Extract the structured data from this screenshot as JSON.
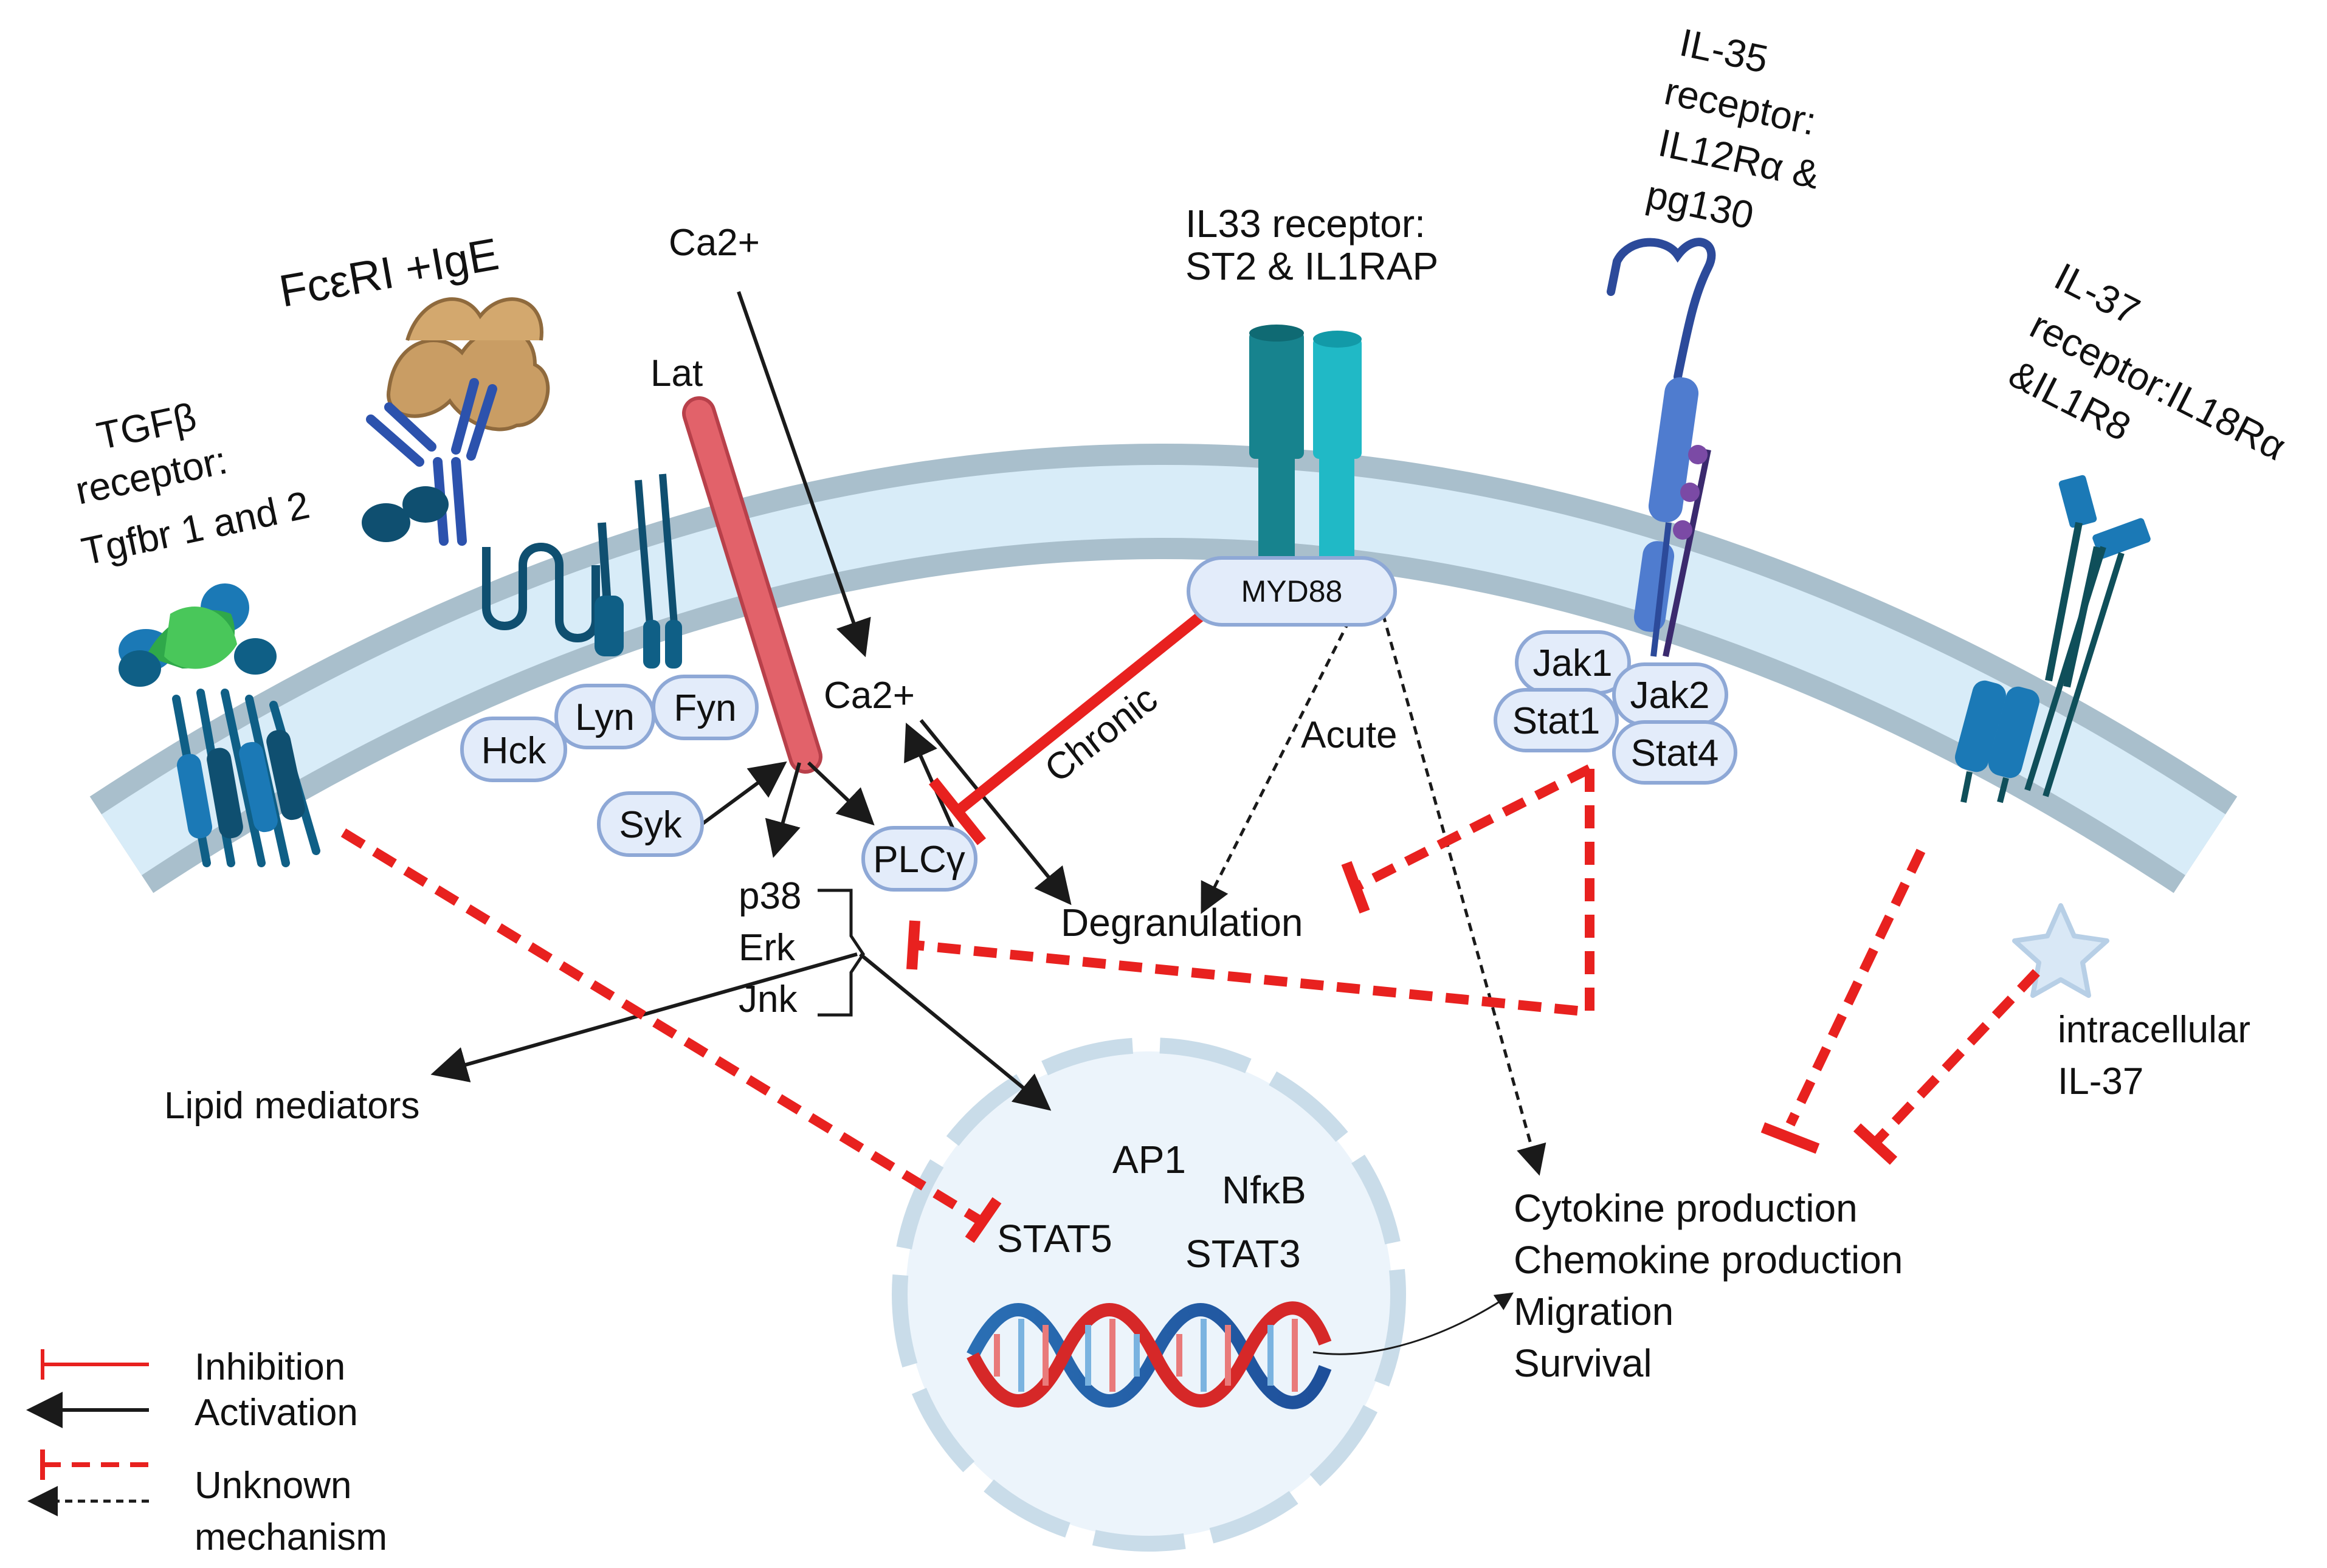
{
  "receptors": {
    "tgfb": [
      "TGFβ",
      "receptor:",
      "Tgfbr 1 and 2"
    ],
    "fcer": "FcεRI +IgE",
    "il33": [
      "IL33 receptor:",
      "ST2 & IL1RAP"
    ],
    "il35": [
      "IL-35",
      "receptor:",
      "IL12Rα &",
      "pg130"
    ],
    "il37": [
      "IL-37",
      "receptor:IL18Rα",
      "&IL1R8"
    ]
  },
  "proteins": {
    "ca_outer": "Ca2+",
    "lat": "Lat",
    "hck": "Hck",
    "lyn": "Lyn",
    "fyn": "Fyn",
    "syk": "Syk",
    "ca_inner": "Ca2+",
    "plcy": "PLCγ",
    "myd88": "MYD88",
    "jak1": "Jak1",
    "stat1": "Stat1",
    "jak2": "Jak2",
    "stat4": "Stat4",
    "mapk": [
      "p38",
      "Erk",
      "Jnk"
    ]
  },
  "edges": {
    "chronic": "Chronic",
    "acute": "Acute"
  },
  "outcomes": {
    "degranulation": "Degranulation",
    "lipid": "Lipid mediators",
    "effects": [
      "Cytokine production",
      "Chemokine production",
      "Migration",
      "Survival"
    ],
    "il37_intracellular": [
      "intracellular",
      "IL-37"
    ]
  },
  "nucleus": {
    "ap1": "AP1",
    "nfkb": "NfκB",
    "stat5": "STAT5",
    "stat3": "STAT3"
  },
  "legend": {
    "inhibition": "Inhibition",
    "activation": "Activation",
    "unknown": [
      "Unknown",
      "mechanism"
    ]
  },
  "colors": {
    "membrane_outer": "#a9bfcc",
    "membrane_inner": "#d8ecf8",
    "inhibition": "#e8211f",
    "activation": "#1a1a1a",
    "node_fill": "#e3ecfa",
    "node_stroke": "#8ea8d6",
    "lat": "#e2626a",
    "receptor_blue": "#1b79b6",
    "receptor_teal": "#17838e",
    "receptor_cyan": "#20b9c6",
    "receptor_navy": "#2c4a9a",
    "peanut": "#c99d64"
  }
}
